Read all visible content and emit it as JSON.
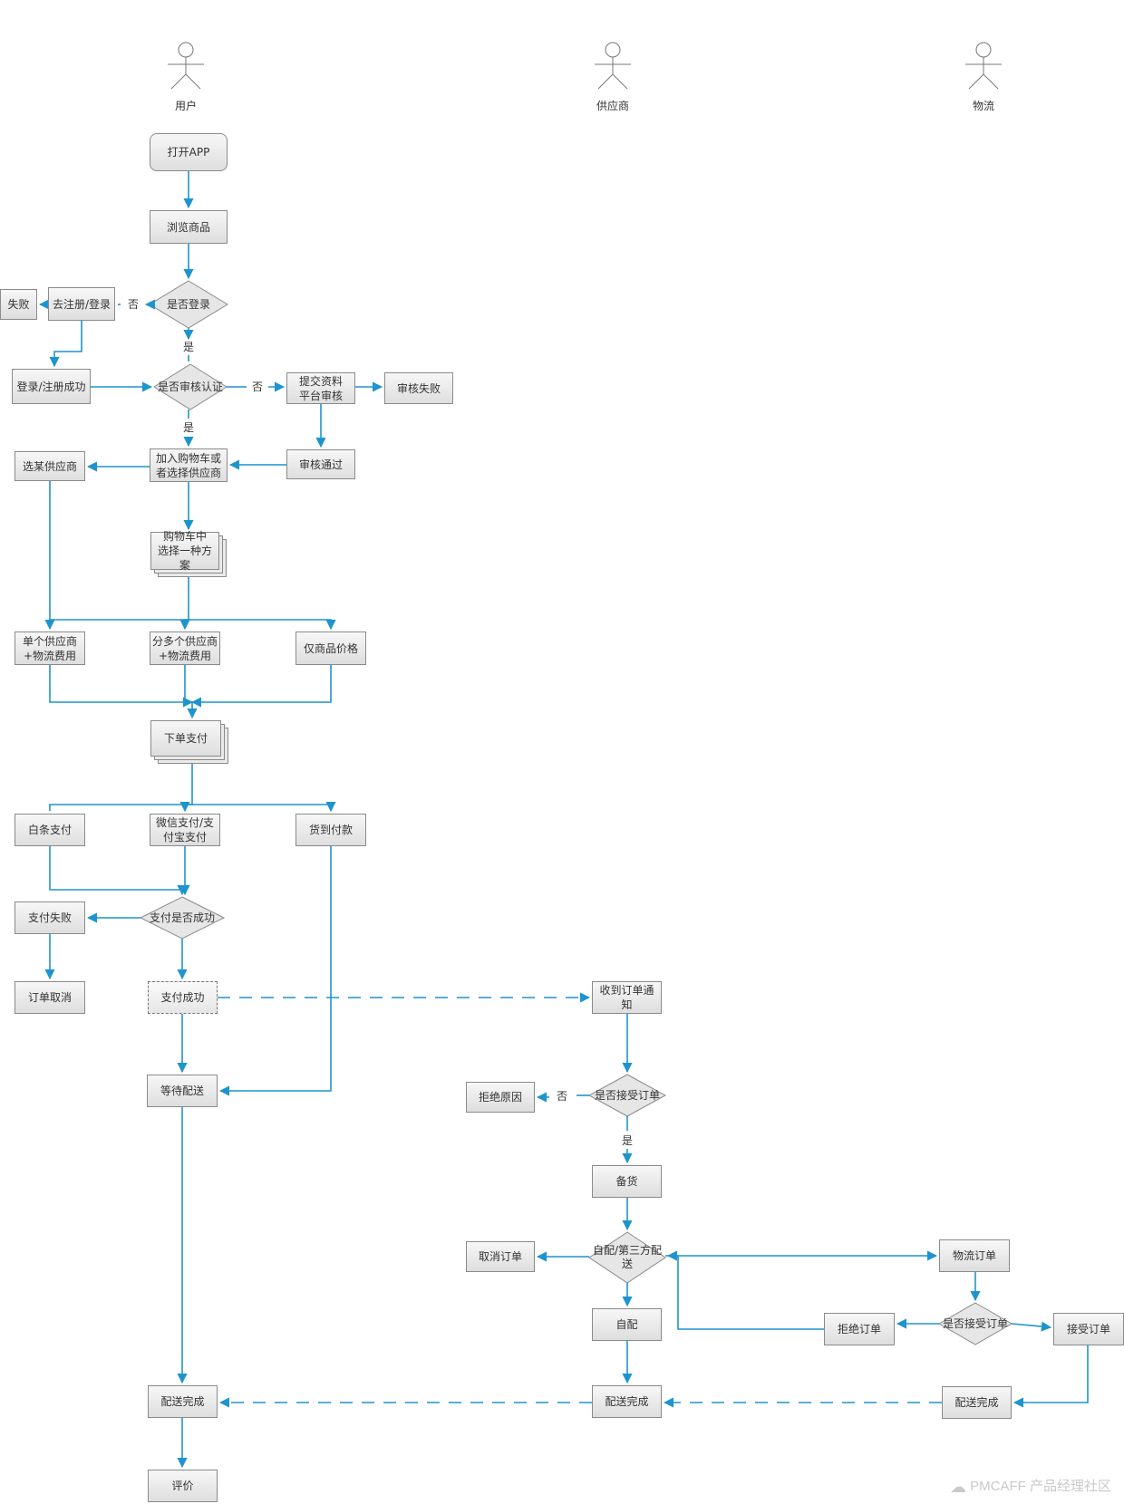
{
  "colors": {
    "edge": "#1e94cf",
    "border": "#8a8a8a",
    "text": "#333333"
  },
  "actors": [
    {
      "id": "user",
      "label": "用户"
    },
    {
      "id": "supplier",
      "label": "供应商"
    },
    {
      "id": "logistics",
      "label": "物流"
    }
  ],
  "nodes": [
    {
      "id": "open_app",
      "label": "打开APP",
      "shape": "rounded"
    },
    {
      "id": "browse",
      "label": "浏览商品",
      "shape": "rect"
    },
    {
      "id": "is_login",
      "label": "是否登录",
      "shape": "diamond"
    },
    {
      "id": "register",
      "label": "去注册/登录",
      "shape": "rect"
    },
    {
      "id": "fail",
      "label": "失败",
      "shape": "rect"
    },
    {
      "id": "login_ok",
      "label": "登录/注册成功",
      "shape": "rect"
    },
    {
      "id": "is_verified",
      "label": "是否审核认证",
      "shape": "diamond"
    },
    {
      "id": "submit_info",
      "label": "提交资料\n平台审核",
      "shape": "rect"
    },
    {
      "id": "audit_fail",
      "label": "审核失败",
      "shape": "rect"
    },
    {
      "id": "audit_pass",
      "label": "审核通过",
      "shape": "rect"
    },
    {
      "id": "add_cart",
      "label": "加入购物车或\n者选择供应商",
      "shape": "rect"
    },
    {
      "id": "pick_supplier",
      "label": "选某供应商",
      "shape": "rect"
    },
    {
      "id": "cart_plan",
      "label": "购物车中\n选择一种方案",
      "shape": "stack"
    },
    {
      "id": "single_supplier",
      "label": "单个供应商\n+物流费用",
      "shape": "rect"
    },
    {
      "id": "multi_supplier",
      "label": "分多个供应商\n+物流费用",
      "shape": "rect"
    },
    {
      "id": "goods_price",
      "label": "仅商品价格",
      "shape": "rect"
    },
    {
      "id": "order_pay",
      "label": "下单支付",
      "shape": "stack"
    },
    {
      "id": "baitiao",
      "label": "白条支付",
      "shape": "rect"
    },
    {
      "id": "wechat_alipay",
      "label": "微信支付/支\n付宝支付",
      "shape": "rect"
    },
    {
      "id": "cod",
      "label": "货到付款",
      "shape": "rect"
    },
    {
      "id": "pay_success_q",
      "label": "支付是否成功",
      "shape": "diamond"
    },
    {
      "id": "pay_fail",
      "label": "支付失败",
      "shape": "rect"
    },
    {
      "id": "order_cancel",
      "label": "订单取消",
      "shape": "rect"
    },
    {
      "id": "pay_success",
      "label": "支付成功",
      "shape": "dashed"
    },
    {
      "id": "wait_delivery",
      "label": "等待配送",
      "shape": "rect"
    },
    {
      "id": "delivered_user",
      "label": "配送完成",
      "shape": "rect"
    },
    {
      "id": "review",
      "label": "评价",
      "shape": "rect"
    },
    {
      "id": "order_notice",
      "label": "收到订单通知",
      "shape": "rect"
    },
    {
      "id": "accept_q",
      "label": "是否接受订单",
      "shape": "diamond"
    },
    {
      "id": "reject_reason",
      "label": "拒绝原因",
      "shape": "rect"
    },
    {
      "id": "prepare",
      "label": "备货",
      "shape": "rect"
    },
    {
      "id": "self_third",
      "label": "自配/第三方配\n送",
      "shape": "diamond"
    },
    {
      "id": "cancel_order",
      "label": "取消订单",
      "shape": "rect"
    },
    {
      "id": "self_delivery",
      "label": "自配",
      "shape": "rect"
    },
    {
      "id": "delivered_supplier",
      "label": "配送完成",
      "shape": "rect"
    },
    {
      "id": "logistics_order",
      "label": "物流订单",
      "shape": "rect"
    },
    {
      "id": "logi_accept_q",
      "label": "是否接受订单",
      "shape": "diamond"
    },
    {
      "id": "reject_order",
      "label": "拒绝订单",
      "shape": "rect"
    },
    {
      "id": "accept_order",
      "label": "接受订单",
      "shape": "rect"
    },
    {
      "id": "delivered_logistics",
      "label": "配送完成",
      "shape": "rect"
    }
  ],
  "edge_labels": {
    "no": "否",
    "yes": "是"
  },
  "watermark": "PMCAFF 产品经理社区"
}
